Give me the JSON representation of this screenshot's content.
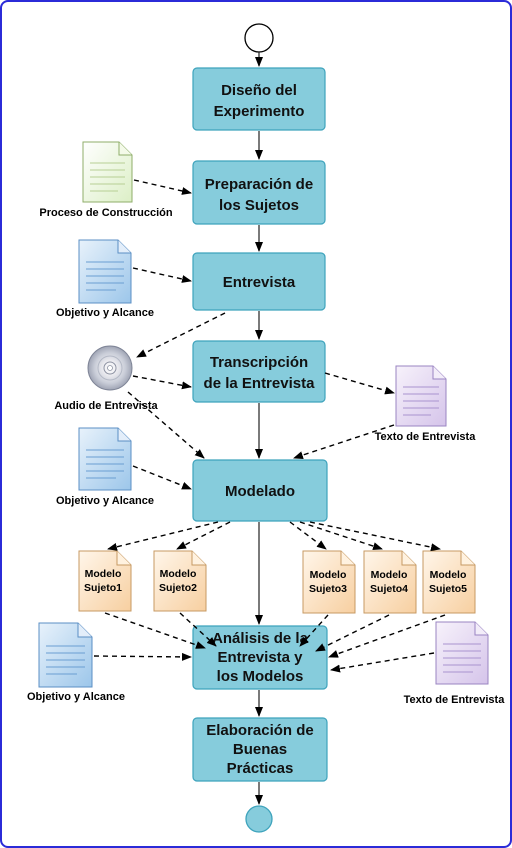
{
  "steps": [
    {
      "lines": [
        "Diseño del",
        "Experimento"
      ]
    },
    {
      "lines": [
        "Preparación de",
        "los Sujetos"
      ]
    },
    {
      "lines": [
        "Entrevista"
      ]
    },
    {
      "lines": [
        "Transcripción",
        "de la Entrevista"
      ]
    },
    {
      "lines": [
        "Modelado"
      ]
    },
    {
      "lines": [
        "Análisis de la",
        "Entrevista y",
        "los Modelos"
      ]
    },
    {
      "lines": [
        "Elaboración de",
        "Buenas",
        "Prácticas"
      ]
    }
  ],
  "artifacts": {
    "proceso_construccion": "Proceso de Construcción",
    "objetivo_alcance_1": "Objetivo y Alcance",
    "audio_entrevista": "Audio de Entrevista",
    "texto_entrevista_1": "Texto de Entrevista",
    "objetivo_alcance_2": "Objetivo y Alcance",
    "objetivo_alcance_3": "Objetivo y Alcance",
    "texto_entrevista_2": "Texto de Entrevista"
  },
  "models": [
    {
      "line1": "Modelo",
      "line2": "Sujeto1"
    },
    {
      "line1": "Modelo",
      "line2": "Sujeto2"
    },
    {
      "line1": "Modelo",
      "line2": "Sujeto3"
    },
    {
      "line1": "Modelo",
      "line2": "Sujeto4"
    },
    {
      "line1": "Modelo",
      "line2": "Sujeto5"
    }
  ],
  "colors": {
    "step_fill": "#86ccdc",
    "step_stroke": "#3ea3bc",
    "doc_green": "#eef6df",
    "doc_blue": "#cfe3f6",
    "doc_purple": "#e6dcf2",
    "doc_orange": "#fbe3c5",
    "end_node": "#86ccdc",
    "frame": "#2b2bd8"
  }
}
